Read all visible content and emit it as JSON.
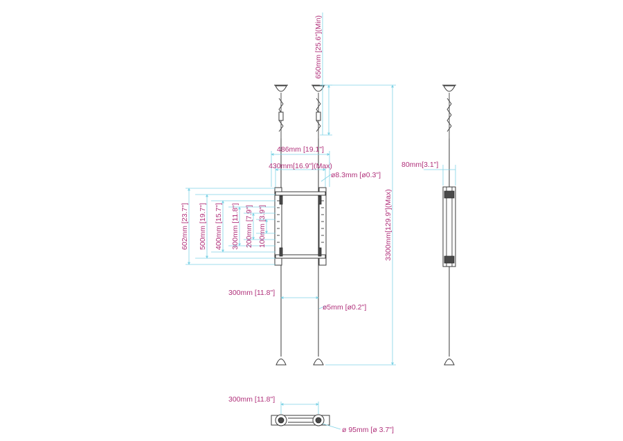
{
  "dimensions": {
    "ceiling_gap": "650mm [25.6\"](Min)",
    "total_height": "3300mm[129.9\"](Max)",
    "side_depth": "80mm[3.1\"]",
    "outer_width": "486mm [19.1\"]",
    "inner_width": "430mm[16.9\"](Max)",
    "hole_diameter": "ø8.3mm [ø0.3\"]",
    "h602": "602mm [23.7\"]",
    "h500": "500mm [19.7\"]",
    "h400": "400mm [15.7\"]",
    "h300": "300mm [11.8\"]",
    "h200": "200mm [7.9\"]",
    "h100": "100mm [3.9\"]",
    "pole_spacing": "300mm [11.8\"]",
    "cable_diameter": "ø5mm [ø0.2\"]",
    "top_view_spacing": "300mm [11.8\"]",
    "base_diameter": "ø 95mm [ø 3.7\"]"
  },
  "colors": {
    "dimension_text": "#b0307a",
    "dimension_line": "#7fd3e6",
    "outline": "#3a3a3a"
  }
}
